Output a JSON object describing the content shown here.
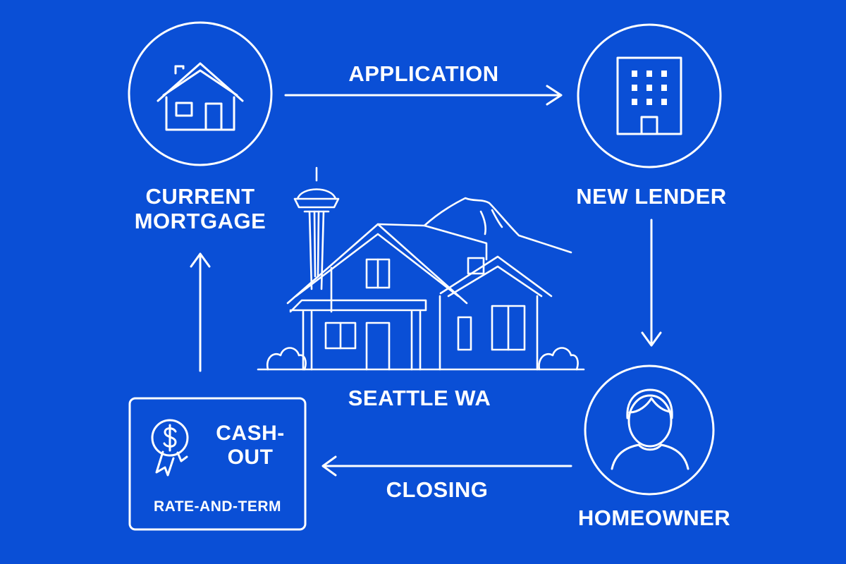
{
  "nodes": {
    "current_mortgage": {
      "line1": "CURRENT",
      "line2": "MORTGAGE",
      "icon": "house-icon"
    },
    "new_lender": {
      "label": "NEW LENDER",
      "icon": "office-building-icon"
    },
    "homeowner": {
      "label": "HOMEOWNER",
      "icon": "person-icon"
    },
    "center": {
      "label": "SEATTLE WA",
      "icon": "seattle-house-illustration"
    },
    "options": {
      "line1": "CASH-",
      "line2": "OUT",
      "sub": "RATE-AND-TERM",
      "icon": "dollar-ribbon-icon"
    }
  },
  "edges": {
    "top": {
      "label": "APPLICATION"
    },
    "bottom": {
      "label": "CLOSING"
    }
  },
  "colors": {
    "background": "#0a4fd6",
    "stroke": "#ffffff"
  }
}
